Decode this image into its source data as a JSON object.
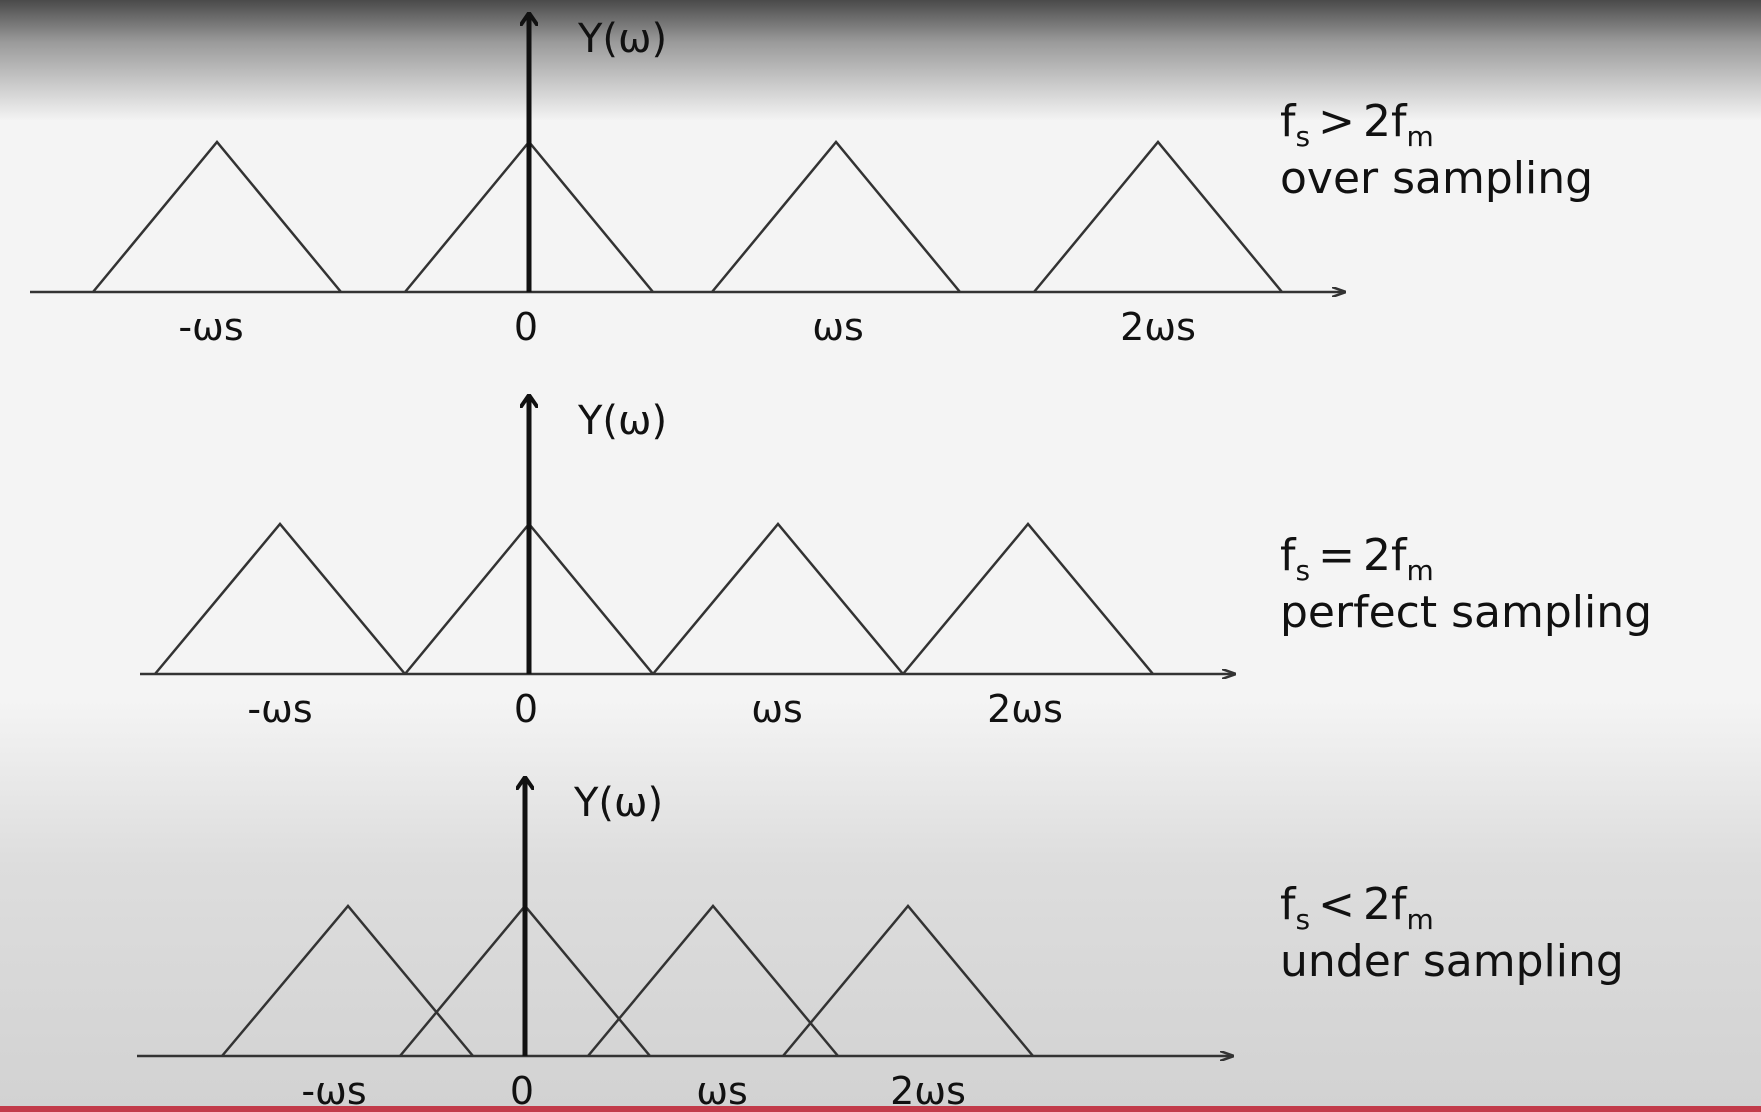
{
  "panels": [
    {
      "y_axis_label": "Y(ω)",
      "ticks": [
        "-ωs",
        "0",
        "ωs",
        "2ωs"
      ],
      "condition": {
        "lhs": "f",
        "lhs_sub": "s",
        "op": ">",
        "rhs": "2f",
        "rhs_sub": "m"
      },
      "description": "over sampling"
    },
    {
      "y_axis_label": "Y(ω)",
      "ticks": [
        "-ωs",
        "0",
        "ωs",
        "2ωs"
      ],
      "condition": {
        "lhs": "f",
        "lhs_sub": "s",
        "op": "=",
        "rhs": "2f",
        "rhs_sub": "m"
      },
      "description": "perfect sampling"
    },
    {
      "y_axis_label": "Y(ω)",
      "ticks": [
        "-ωs",
        "0",
        "ωs",
        "2ωs"
      ],
      "condition": {
        "lhs": "f",
        "lhs_sub": "s",
        "op": "<",
        "rhs": "2f",
        "rhs_sub": "m"
      },
      "description": "under sampling"
    }
  ]
}
